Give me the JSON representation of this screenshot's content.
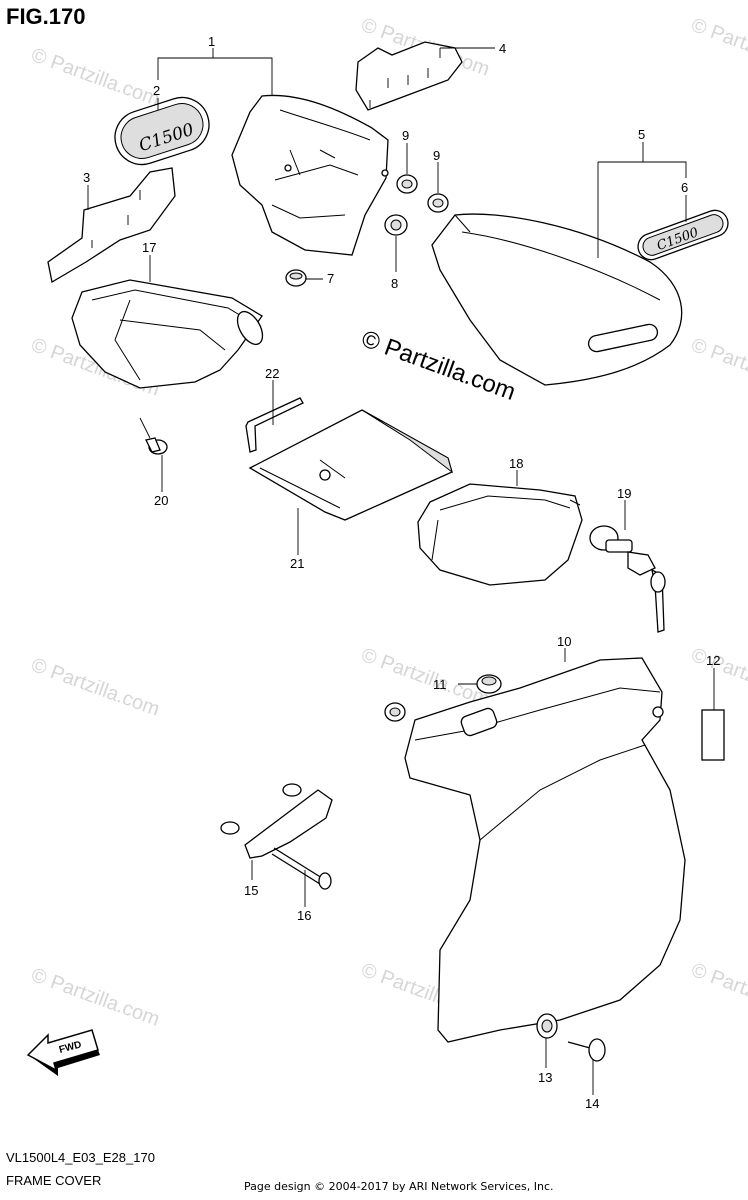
{
  "figure": {
    "title": "FIG.170",
    "model_code": "VL1500L4_E03_E28_170",
    "name": "FRAME COVER",
    "credit": "Page design © 2004-2017 by ARI Network Services, Inc."
  },
  "watermark": {
    "main_text": "© Partzilla.com",
    "tile_text": "© Partzilla.com"
  },
  "emblem_text": "C1500",
  "fwd_label": "FWD",
  "callouts": [
    {
      "id": "c1",
      "label": "1"
    },
    {
      "id": "c2",
      "label": "2"
    },
    {
      "id": "c3",
      "label": "3"
    },
    {
      "id": "c4",
      "label": "4"
    },
    {
      "id": "c5",
      "label": "5"
    },
    {
      "id": "c6",
      "label": "6"
    },
    {
      "id": "c7",
      "label": "7"
    },
    {
      "id": "c8",
      "label": "8"
    },
    {
      "id": "c9a",
      "label": "9"
    },
    {
      "id": "c9b",
      "label": "9"
    },
    {
      "id": "c10",
      "label": "10"
    },
    {
      "id": "c11",
      "label": "11"
    },
    {
      "id": "c12",
      "label": "12"
    },
    {
      "id": "c13",
      "label": "13"
    },
    {
      "id": "c14",
      "label": "14"
    },
    {
      "id": "c15",
      "label": "15"
    },
    {
      "id": "c16",
      "label": "16"
    },
    {
      "id": "c17",
      "label": "17"
    },
    {
      "id": "c18",
      "label": "18"
    },
    {
      "id": "c19",
      "label": "19"
    },
    {
      "id": "c20",
      "label": "20"
    },
    {
      "id": "c21",
      "label": "21"
    },
    {
      "id": "c22",
      "label": "22"
    }
  ]
}
